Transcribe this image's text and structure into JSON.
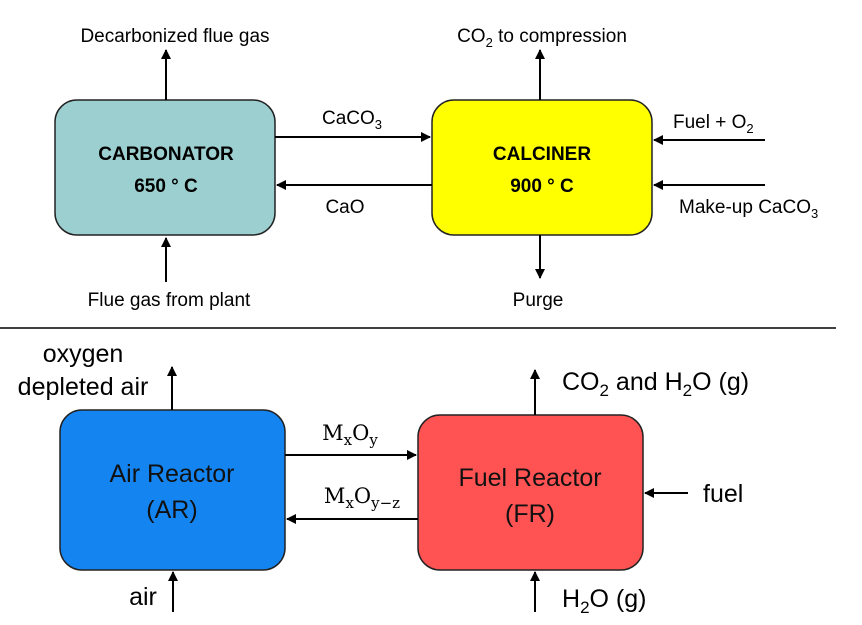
{
  "top": {
    "carbonator": {
      "name": "CARBONATOR",
      "temp": "650 ° C",
      "fill": "#9ccfd0"
    },
    "calciner": {
      "name": "CALCINER",
      "temp": "900 ° C",
      "fill": "#ffff00"
    },
    "decarbonized_label": "Decarbonized flue gas",
    "co2_main": "CO",
    "co2_sub": "2",
    "co2_tail": " to compression",
    "caco3_main": "CaCO",
    "caco3_sub": "3",
    "cao_label": "CaO",
    "fuel_main": "Fuel + O",
    "fuel_sub": "2",
    "makeup_main": "Make-up CaCO",
    "makeup_sub": "3",
    "flue_label": "Flue gas from plant",
    "purge_label": "Purge"
  },
  "bottom": {
    "air_reactor": {
      "line1": "Air Reactor",
      "line2": "(AR)",
      "fill": "#1485f0"
    },
    "fuel_reactor": {
      "line1": "Fuel Reactor",
      "line2": "(FR)",
      "fill": "#ff5353"
    },
    "oxygen_line1": "oxygen",
    "oxygen_line2": "depleted air",
    "products": {
      "a": "CO",
      "a_sub": "2",
      "b": " and H",
      "b_sub": "2",
      "c": "O (g)"
    },
    "mxoy": {
      "m": "M",
      "x": "x",
      "o": "O",
      "y": "y"
    },
    "mxoyz": {
      "m": "M",
      "x": "x",
      "o": "O",
      "yz": "y−z"
    },
    "fuel_label": "fuel",
    "air_label": "air",
    "water": {
      "a": "H",
      "a_sub": "2",
      "b": "O (g)"
    }
  }
}
